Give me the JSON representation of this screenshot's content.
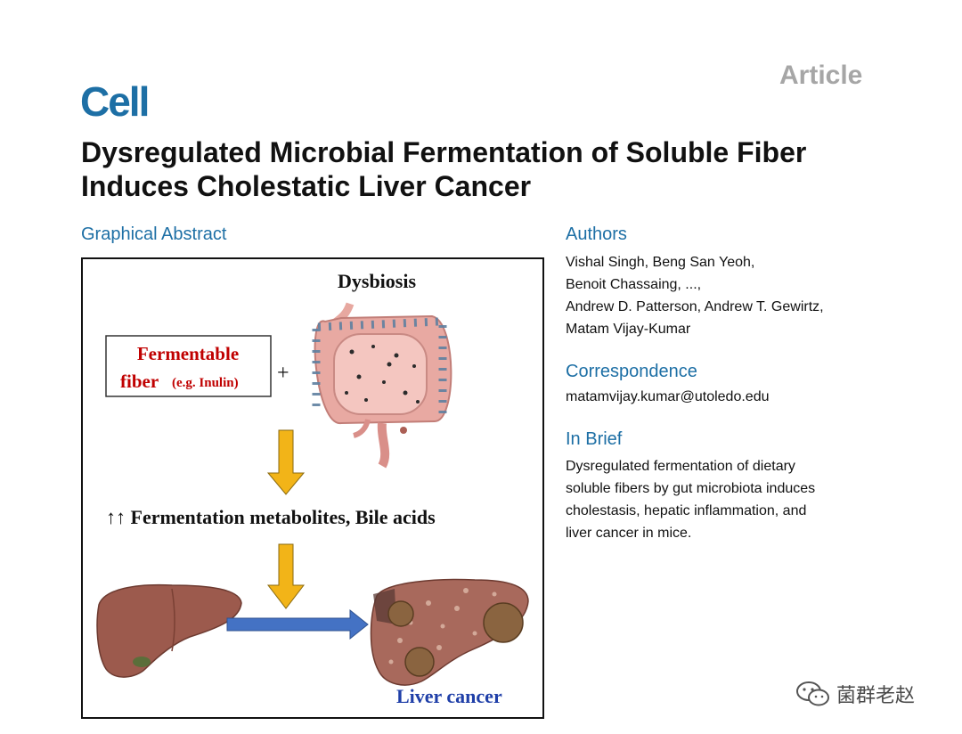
{
  "header": {
    "journal": "Cell",
    "article_type": "Article",
    "title": "Dysregulated Microbial Fermentation of Soluble Fiber Induces Cholestatic Liver Cancer"
  },
  "graphical_abstract": {
    "heading": "Graphical Abstract",
    "dysbiosis": "Dysbiosis",
    "fiber_line1": "Fermentable",
    "fiber_line2": "fiber",
    "fiber_example": "(e.g. Inulin)",
    "plus": "+",
    "metabolites": "↑↑ Fermentation  metabolites, Bile acids",
    "liver_cancer": "Liver cancer"
  },
  "sidebar": {
    "authors_heading": "Authors",
    "authors_lines": [
      "Vishal Singh, Beng San Yeoh,",
      "Benoit Chassaing, ...,",
      "Andrew D. Patterson, Andrew T. Gewirtz,",
      "Matam Vijay-Kumar"
    ],
    "correspondence_heading": "Correspondence",
    "correspondence_email": "matamvijay.kumar@utoledo.edu",
    "brief_heading": "In Brief",
    "brief_lines": [
      "Dysregulated fermentation of dietary",
      "soluble fibers by gut microbiota induces",
      "cholestasis, hepatic inflammation, and",
      "liver cancer in mice."
    ]
  },
  "watermark": {
    "text": "菌群老赵",
    "icon": "wechat-icon"
  },
  "colors": {
    "brand_blue": "#1d6fa5",
    "article_gray": "#a6a6a6",
    "fiber_red": "#c00000",
    "cancer_blue": "#1f3fa8",
    "arrow_yellow": "#f2b418",
    "arrow_blue": "#4472c4",
    "liver_brown": "#9c5a4d"
  }
}
